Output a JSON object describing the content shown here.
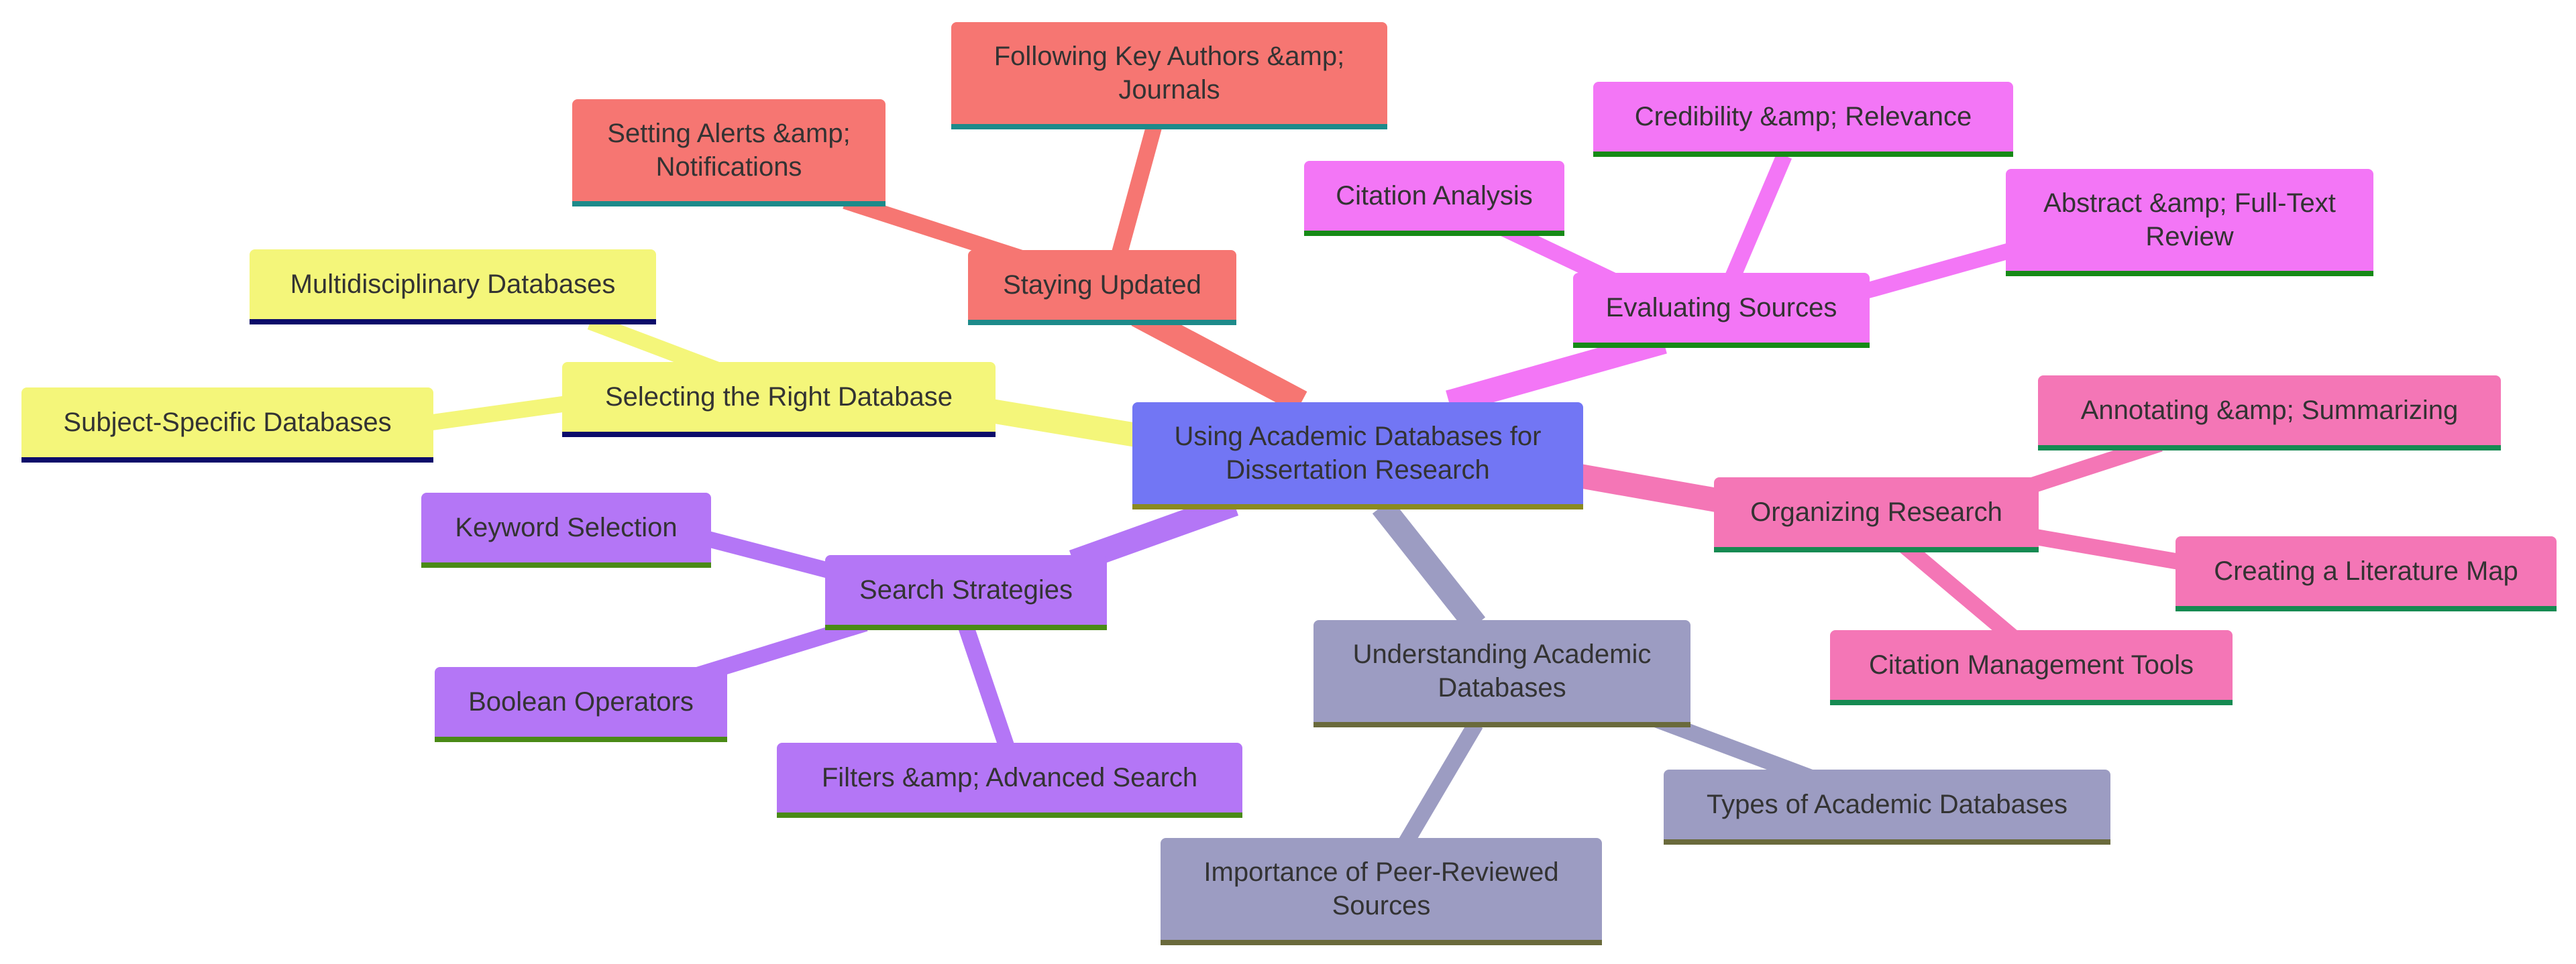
{
  "root": {
    "label": "Using Academic Databases for\nDissertation Research",
    "color": "#7276f4",
    "underline": "#8a8a20"
  },
  "branches": [
    {
      "key": "staying-updated",
      "label": "Staying Updated",
      "color": "#f67672",
      "underline": "#1d8a8a",
      "children": [
        {
          "key": "following-key-authors",
          "label": "Following Key Authors &amp;\nJournals"
        },
        {
          "key": "setting-alerts",
          "label": "Setting Alerts &amp;\nNotifications"
        }
      ]
    },
    {
      "key": "evaluating-sources",
      "label": "Evaluating Sources",
      "color": "#f376f6",
      "underline": "#168a16",
      "children": [
        {
          "key": "citation-analysis",
          "label": "Citation Analysis"
        },
        {
          "key": "credibility-relevance",
          "label": "Credibility &amp; Relevance"
        },
        {
          "key": "abstract-full-text",
          "label": "Abstract &amp; Full-Text\nReview"
        }
      ]
    },
    {
      "key": "organizing-research",
      "label": "Organizing Research",
      "color": "#f476b6",
      "underline": "#168a52",
      "children": [
        {
          "key": "annotating-summarizing",
          "label": "Annotating &amp; Summarizing"
        },
        {
          "key": "literature-map",
          "label": "Creating a Literature Map"
        },
        {
          "key": "citation-management",
          "label": "Citation Management Tools"
        }
      ]
    },
    {
      "key": "understanding-databases",
      "label": "Understanding Academic\nDatabases",
      "color": "#9c9cc2",
      "underline": "#6a6a3c",
      "children": [
        {
          "key": "types-of-databases",
          "label": "Types of Academic Databases"
        },
        {
          "key": "peer-reviewed",
          "label": "Importance of Peer-Reviewed\nSources"
        }
      ]
    },
    {
      "key": "search-strategies",
      "label": "Search Strategies",
      "color": "#b476f6",
      "underline": "#4a8a16",
      "children": [
        {
          "key": "keyword-selection",
          "label": "Keyword Selection"
        },
        {
          "key": "boolean-operators",
          "label": "Boolean Operators"
        },
        {
          "key": "filters-advanced",
          "label": "Filters &amp; Advanced Search"
        }
      ]
    },
    {
      "key": "selecting-database",
      "label": "Selecting the Right Database",
      "color": "#f4f67a",
      "underline": "#0c0c6a",
      "children": [
        {
          "key": "multidisciplinary",
          "label": "Multidisciplinary Databases"
        },
        {
          "key": "subject-specific",
          "label": "Subject-Specific Databases"
        }
      ]
    }
  ]
}
